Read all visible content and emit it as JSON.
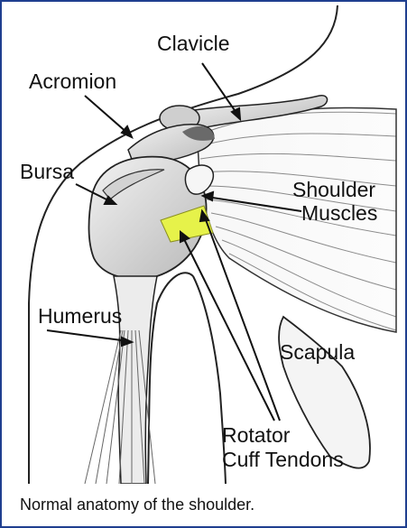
{
  "diagram": {
    "labels": {
      "clavicle": "Clavicle",
      "acromion": "Acromion",
      "bursa": "Bursa",
      "shoulder_muscles_line1": "Shoulder",
      "shoulder_muscles_line2": "Muscles",
      "humerus": "Humerus",
      "scapula": "Scapula",
      "rotator_line1": "Rotator",
      "rotator_line2": "Cuff Tendons"
    },
    "colors": {
      "frame_border": "#1f3f8f",
      "tendon_highlight": "#e6f24a",
      "bone_fill": "#e4e4e4",
      "outline": "#222222"
    }
  },
  "caption": "Normal anatomy of the shoulder."
}
